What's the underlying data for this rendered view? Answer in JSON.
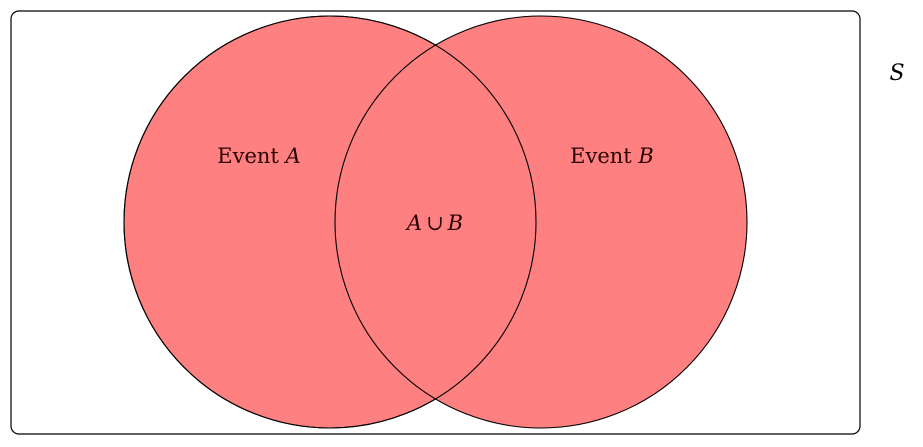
{
  "sample_space": {
    "label": "S"
  },
  "circles": {
    "a": {
      "label_text": "Event ",
      "label_var": "A"
    },
    "b": {
      "label_text": "Event ",
      "label_var": "B"
    }
  },
  "intersection": {
    "label_a": "A",
    "operator": "∪",
    "label_b": "B"
  },
  "colors": {
    "fill": "#ff8080",
    "stroke": "#000000",
    "frame": "#000000"
  }
}
